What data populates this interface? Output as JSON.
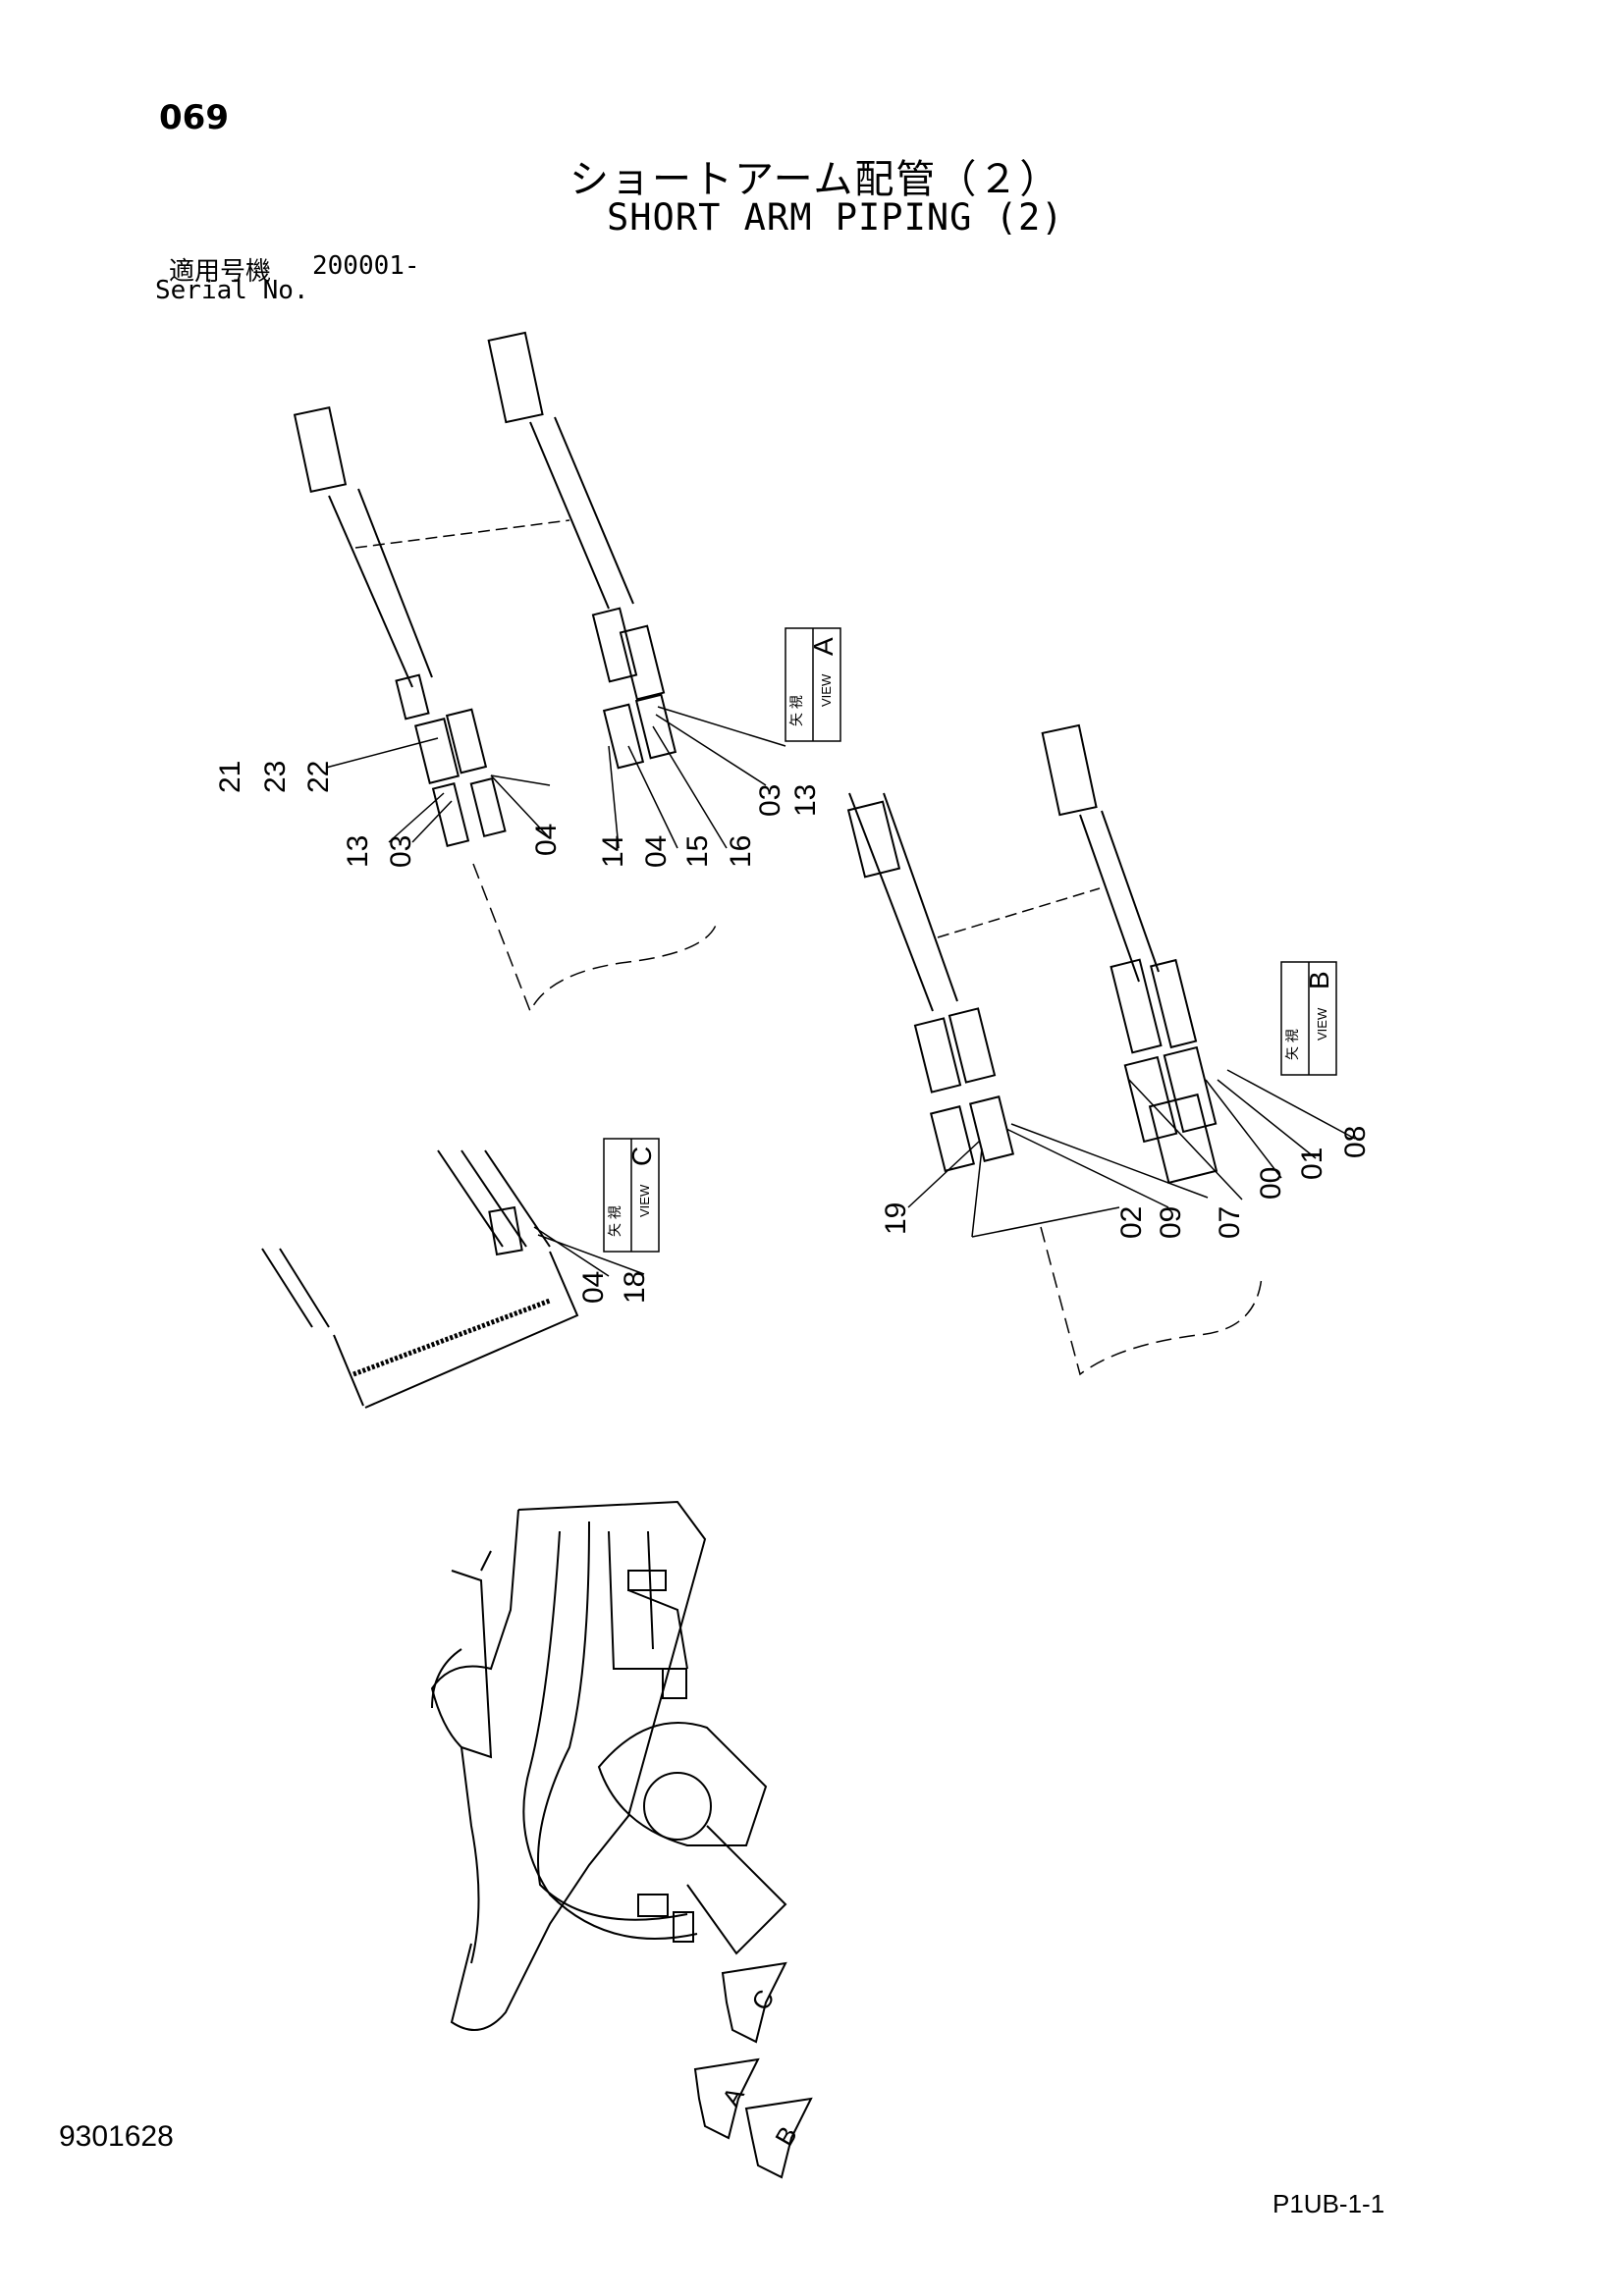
{
  "header": {
    "page_number": "069",
    "title_jp": "ショートアーム配管（２）",
    "title_en": "SHORT ARM PIPING (2)",
    "serial_label_jp": "適用号機",
    "serial_value": "200001-",
    "serial_label_en": "Serial No."
  },
  "views": {
    "a": {
      "jp": "矢 視",
      "en": "VIEW",
      "letter": "A"
    },
    "b": {
      "jp": "矢 視",
      "en": "VIEW",
      "letter": "B"
    },
    "c": {
      "jp": "矢 視",
      "en": "VIEW",
      "letter": "C"
    }
  },
  "callouts": {
    "a": [
      "21",
      "23",
      "22",
      "13",
      "03",
      "04",
      "14",
      "04",
      "15",
      "16",
      "03",
      "13"
    ],
    "b": [
      "19",
      "02",
      "09",
      "07",
      "00",
      "01",
      "08"
    ],
    "c": [
      "04",
      "18"
    ]
  },
  "arrows": [
    "A",
    "B",
    "C"
  ],
  "footer": {
    "drawing_no": "9301628",
    "page_code": "P1UB-1-1"
  }
}
